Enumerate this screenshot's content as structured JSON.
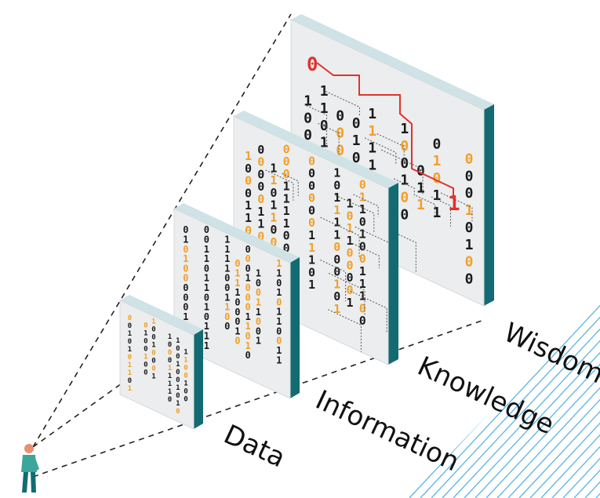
{
  "labels": {
    "data": "Data",
    "information": "Information",
    "knowledge": "Knowledge",
    "wisdom": "Wisdom"
  },
  "start_digit": "0",
  "end_digit": "1",
  "colors": {
    "panel_face": "#ecedee",
    "panel_top": "#cfe3e6",
    "panel_side": "#126b72",
    "digit_dark": "#1a1a1a",
    "digit_orange": "#f0a02a",
    "path_red": "#e0322e",
    "hatch_blue": "#5bb4e0",
    "person_body": "#3aa79a",
    "person_head": "#e89070"
  }
}
